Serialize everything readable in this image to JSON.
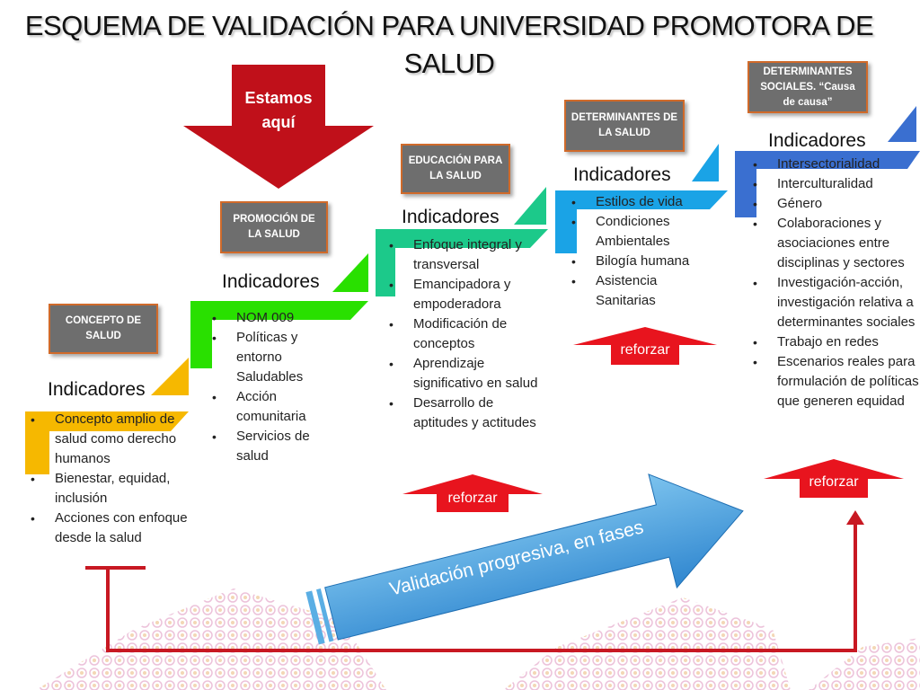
{
  "title": "ESQUEMA DE VALIDACIÓN PARA UNIVERSIDAD  PROMOTORA DE SALUD",
  "pointer_label": "Estamos aquí",
  "stages": [
    {
      "box": "CONCEPTO DE SALUD",
      "heading": "Indicadores",
      "items": [
        "Concepto amplio de salud como derecho humanos",
        "Bienestar, equidad, inclusión",
        "Acciones con enfoque desde la salud"
      ]
    },
    {
      "box": "PROMOCIÓN DE LA SALUD",
      "heading": "Indicadores",
      "items": [
        "NOM 009",
        "Políticas y entorno Saludables",
        "Acción comunitaria",
        "Servicios de salud"
      ]
    },
    {
      "box": "EDUCACIÓN PARA LA SALUD",
      "heading": "Indicadores",
      "items": [
        "Enfoque integral y transversal",
        "Emancipadora y empoderadora",
        "Modificación de conceptos",
        "Aprendizaje significativo en salud",
        "Desarrollo de aptitudes y actitudes"
      ],
      "reforzar": "reforzar"
    },
    {
      "box": "DETERMINANTES DE LA SALUD",
      "heading": "Indicadores",
      "items": [
        "Estilos de vida",
        "Condiciones Ambientales",
        "Bilogía humana",
        "Asistencia Sanitarias"
      ],
      "reforzar": "reforzar"
    },
    {
      "box": "DETERMINANTES SOCIALES. “Causa de causa”",
      "heading": "Indicadores",
      "items": [
        "Intersectorialidad",
        "Interculturalidad",
        "Género",
        "Colaboraciones y asociaciones entre disciplinas y sectores",
        "Investigación-acción, investigación relativa a determinantes sociales",
        "Trabajo en redes",
        "Escenarios reales para formulación de políticas que generen equidad"
      ],
      "reforzar": "reforzar"
    }
  ],
  "progress_arrow_label": "Validación progresiva, en fases",
  "colors": {
    "stage1": "#f6b800",
    "stage2": "#29e000",
    "stage3": "#1cc98a",
    "stage4": "#1aa3e6",
    "stage5": "#3a6fd0",
    "pointer": "#c0101a",
    "reforzar": "#e8141e",
    "connector": "#c81822",
    "box_bg": "#6e6e6e",
    "box_border": "#d06a2a"
  }
}
